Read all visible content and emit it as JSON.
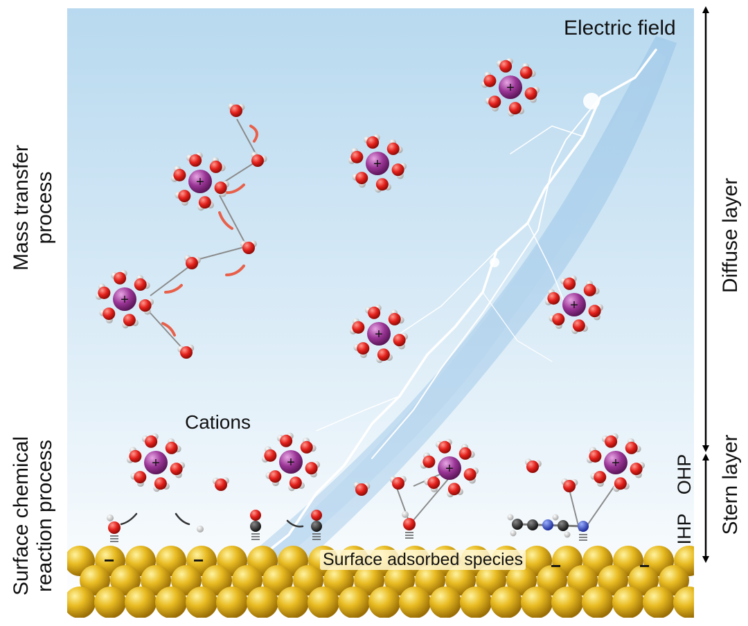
{
  "labels": {
    "electric_field": "Electric field",
    "mass_transfer_line1": "Mass transfer",
    "mass_transfer_line2": "process",
    "surface_reaction_line1": "Surface chemical",
    "surface_reaction_line2": "reaction process",
    "cations": "Cations",
    "surface_species": "Surface adsorbed species",
    "diffuse_layer": "Diffuse layer",
    "stern_layer": "Stern layer",
    "ihp": "IHP",
    "ohp": "OHP",
    "plus_sign": "+",
    "minus_sign": "−"
  },
  "colors": {
    "cation": "#8e2f8e",
    "oxygen": "#e0201c",
    "hydrogen": "#f2f2f2",
    "gold": "#e0b21a",
    "lightning": "#ffffff",
    "arrow": "#e8604a"
  }
}
